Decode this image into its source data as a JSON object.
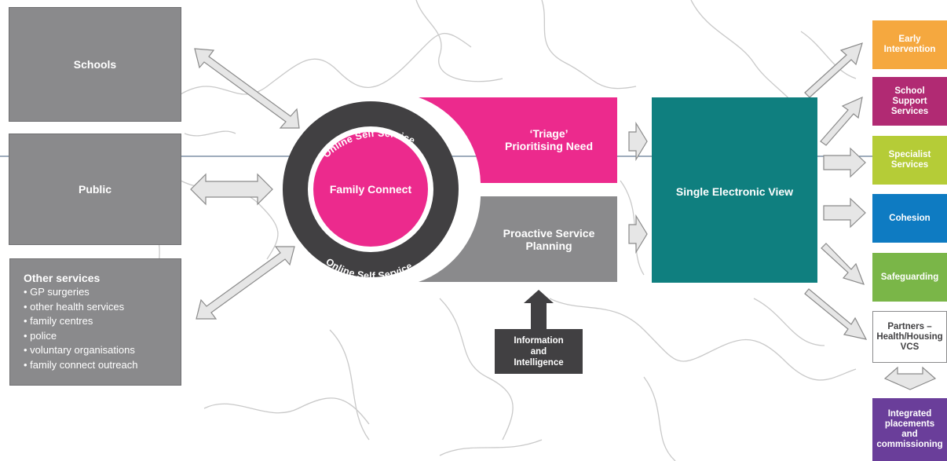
{
  "inputs": {
    "schools": "Schools",
    "public": "Public",
    "other_services": {
      "heading": "Other services",
      "items": [
        "GP surgeries",
        "other health services",
        "family centres",
        "police",
        "voluntary organisations",
        "family connect outreach"
      ]
    }
  },
  "hub": {
    "center": "Family Connect",
    "ring_top": "Online Self Service",
    "ring_bottom": "Online Self Service"
  },
  "triage": {
    "line1": "‘Triage’",
    "line2": "Prioritising Need"
  },
  "proactive": {
    "line1": "Proactive Service",
    "line2": "Planning"
  },
  "info": {
    "line1": "Information",
    "line2": "and",
    "line3": "Intelligence"
  },
  "single_view": "Single Electronic View",
  "outputs": {
    "early": {
      "line1": "Early",
      "line2": "Intervention"
    },
    "school_support": {
      "line1": "School",
      "line2": "Support",
      "line3": "Services"
    },
    "specialist": {
      "line1": "Specialist",
      "line2": "Services"
    },
    "cohesion": "Cohesion",
    "safeguarding": "Safeguarding",
    "partners": {
      "line1": "Partners –",
      "line2": "Health/Housing",
      "line3": "VCS"
    },
    "integrated": {
      "line1": "Integrated",
      "line2": "placements",
      "line3": "and",
      "line4": "commissioning"
    }
  },
  "colors": {
    "gray_box": "#8a8a8c",
    "pink": "#ec2a8d",
    "teal": "#0f7f7f",
    "ring": "#414042",
    "orange": "#f5a83f",
    "plum": "#b12a73",
    "lime": "#b5cc37",
    "blue": "#0e7bc2",
    "green": "#7ab648",
    "purple": "#6a3e9a"
  }
}
